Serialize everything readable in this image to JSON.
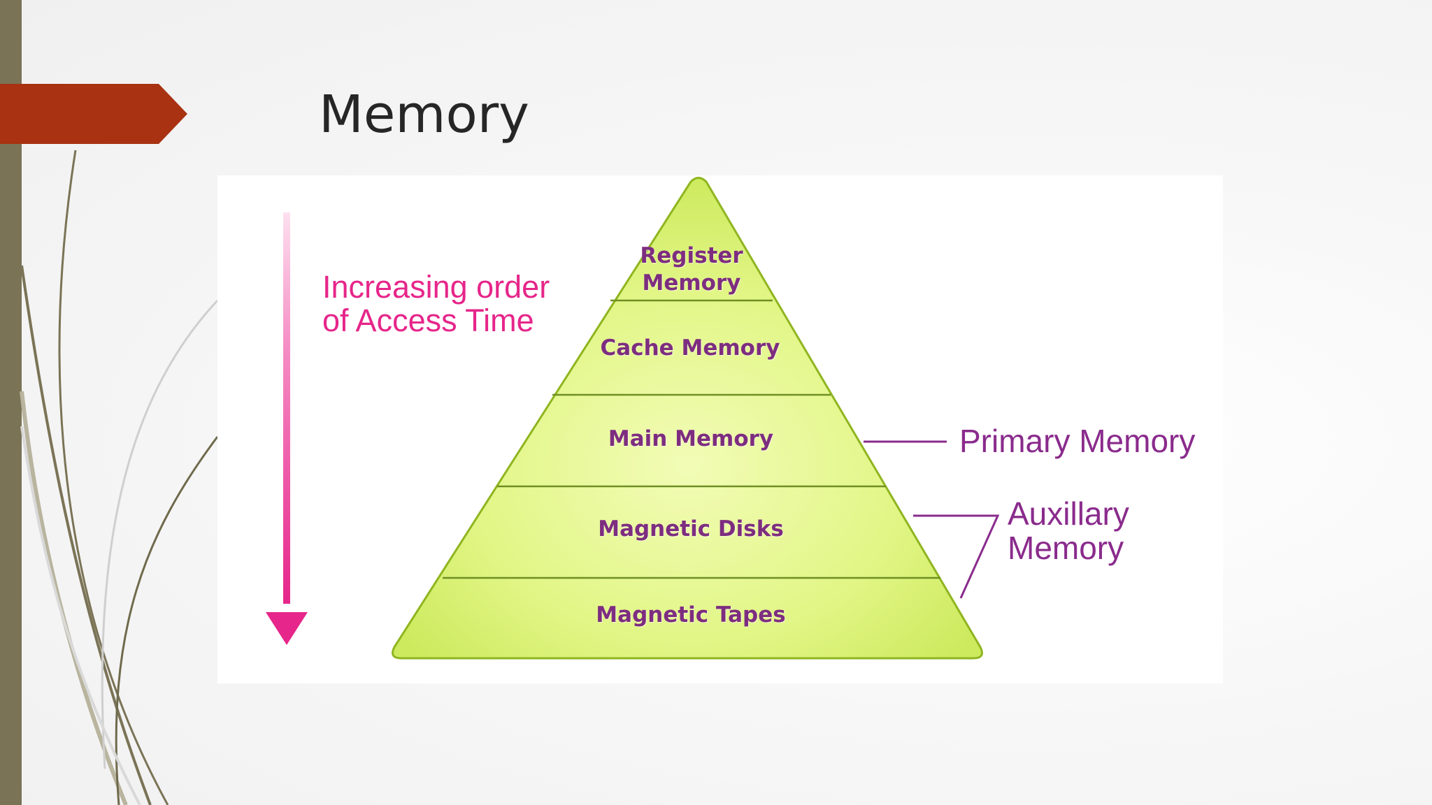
{
  "slide": {
    "title": "Memory"
  },
  "diagram": {
    "access_label": [
      "Increasing order",
      "of Access Time"
    ],
    "tiers": [
      {
        "lines": [
          "Register",
          "Memory"
        ]
      },
      {
        "lines": [
          "Cache Memory"
        ]
      },
      {
        "lines": [
          "Main Memory"
        ]
      },
      {
        "lines": [
          "Magnetic Disks"
        ]
      },
      {
        "lines": [
          "Magnetic Tapes"
        ]
      }
    ],
    "primary_label": "Primary Memory",
    "auxiliary_label": [
      "Auxillary",
      "Memory"
    ]
  },
  "colors": {
    "side_bar": "#7a7356",
    "accent_tab": "#a83212",
    "pyramid_fill": "#e4f88a",
    "pyramid_stroke": "#8fb51f",
    "arrow": "#e6268a",
    "tier_text": "#7d2d80",
    "bracket_text": "#8a2b8c"
  }
}
